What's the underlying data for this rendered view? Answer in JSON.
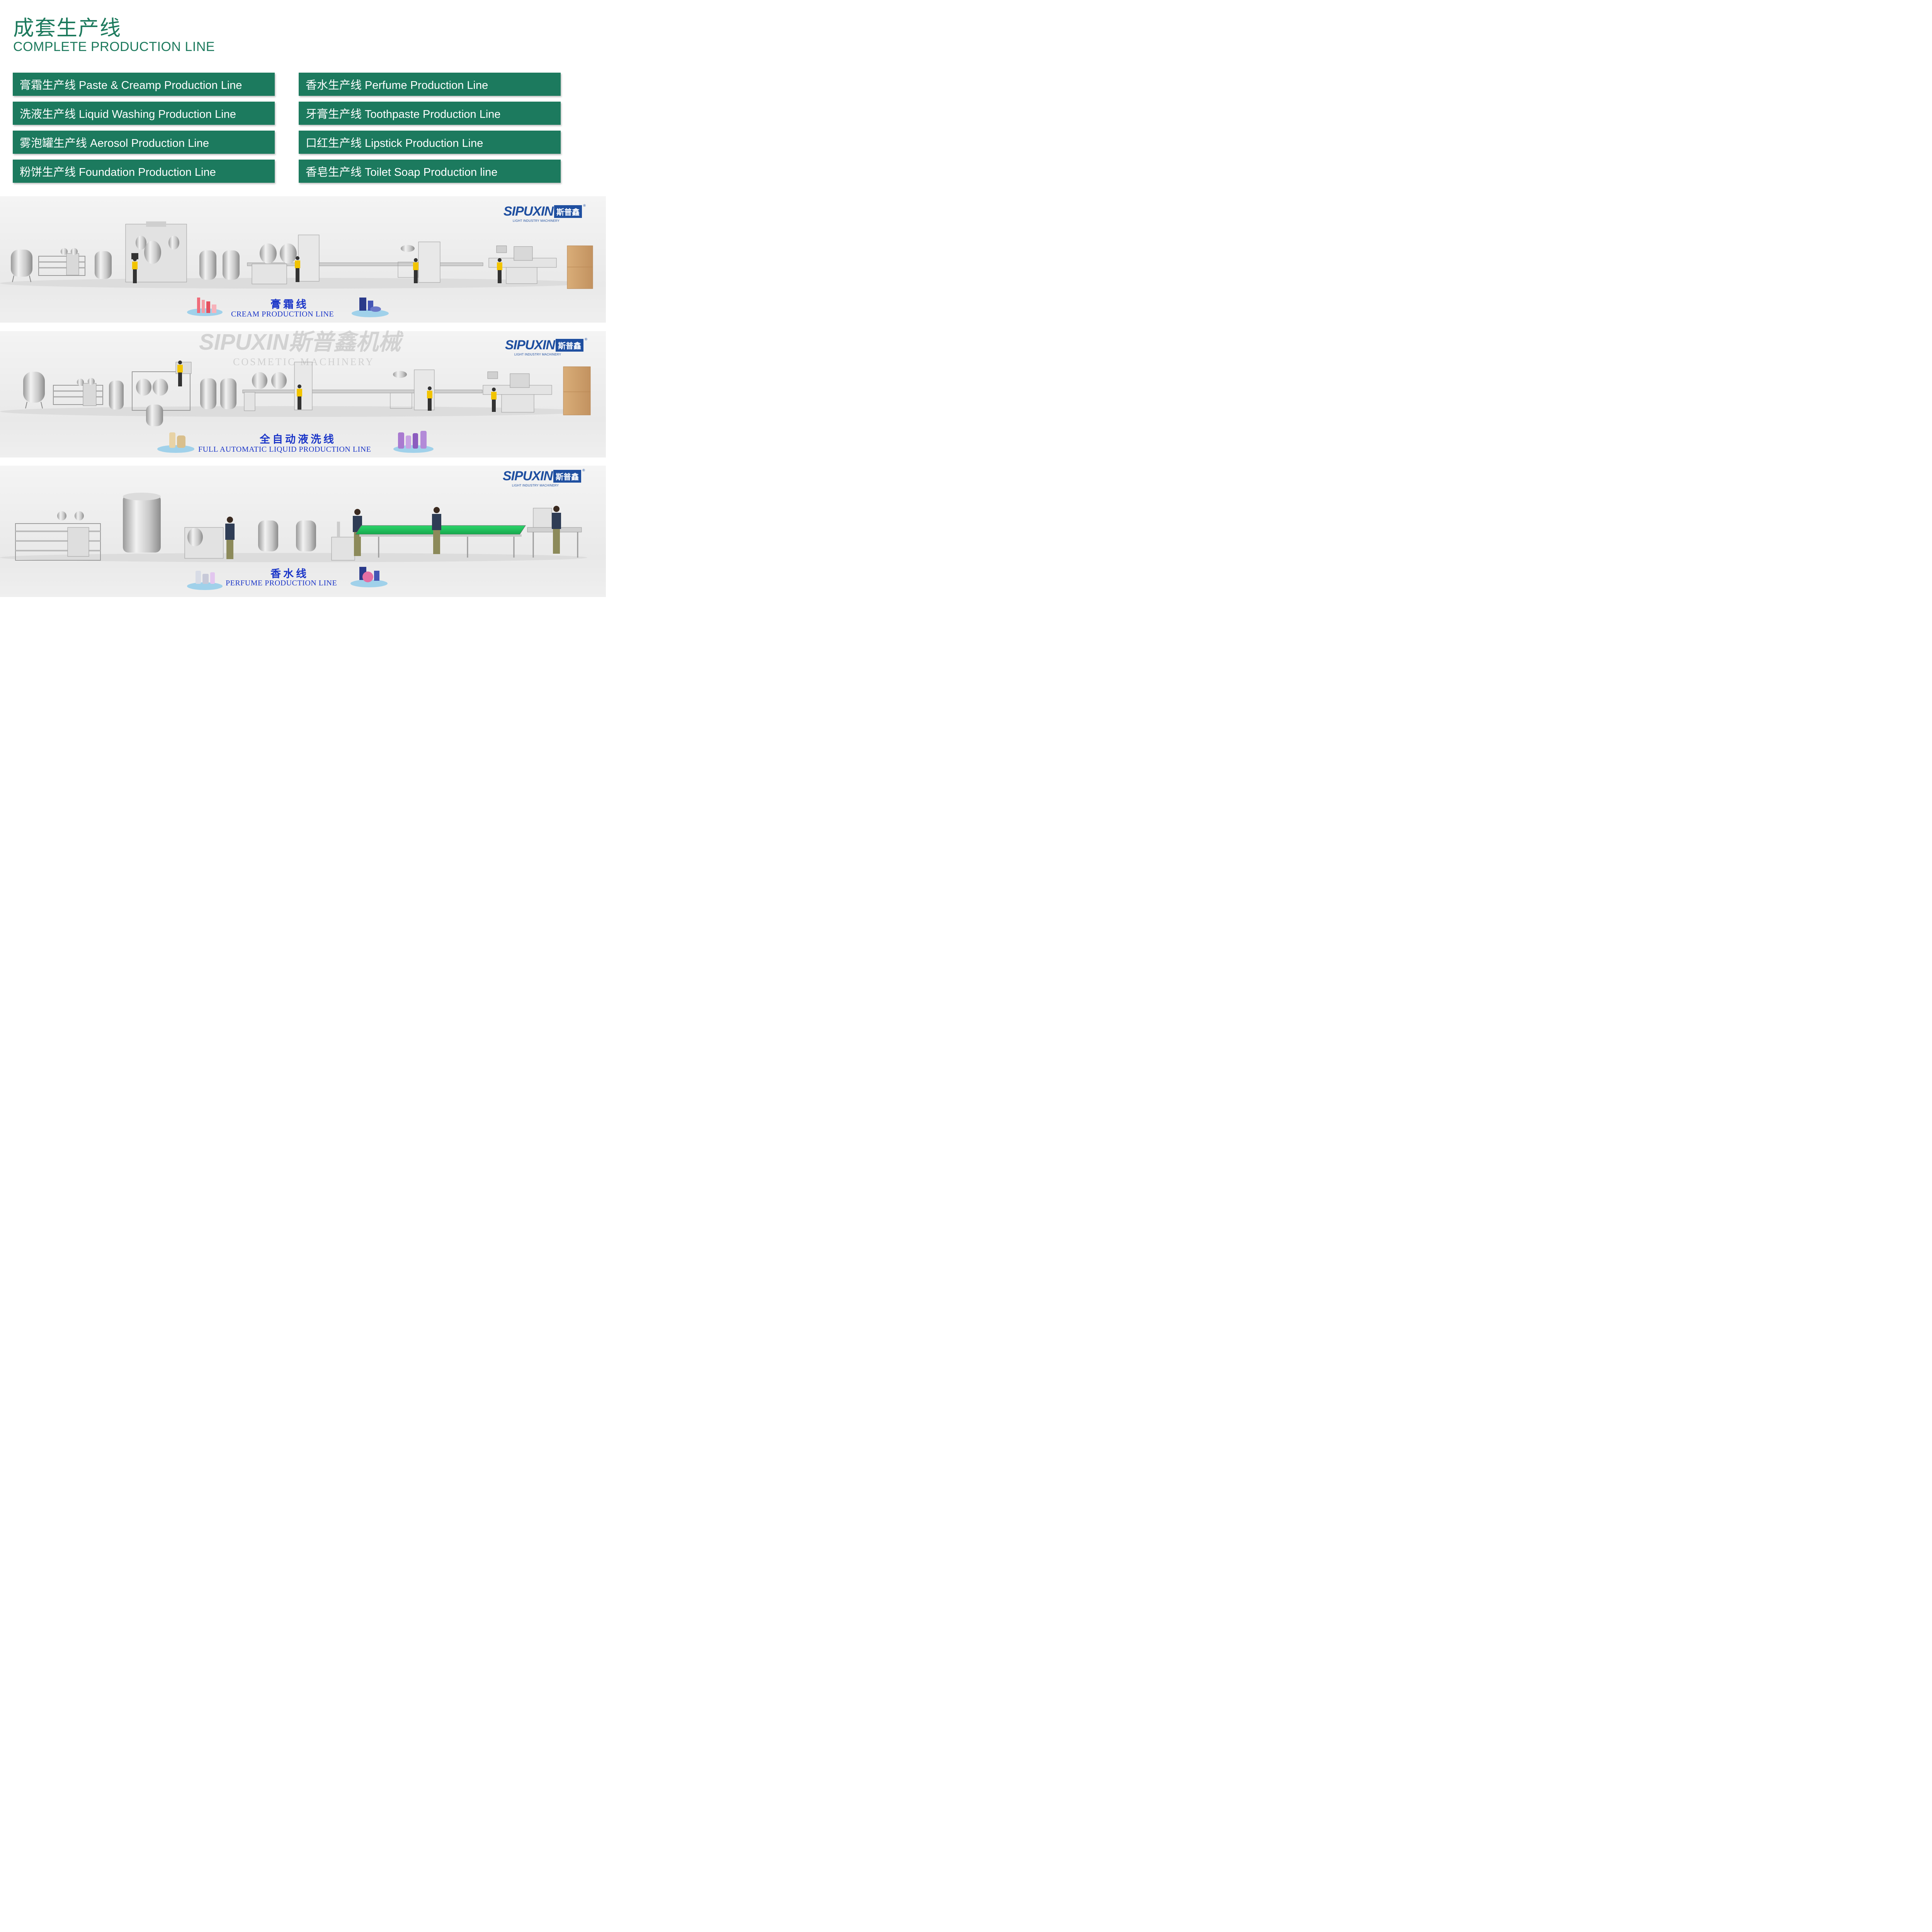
{
  "header": {
    "title_cn": "成套生产线",
    "title_en": "COMPLETE PRODUCTION LINE"
  },
  "production_lines": [
    {
      "label": "膏霜生产线 Paste & Creamp Production Line"
    },
    {
      "label": "香水生产线 Perfume Production Line"
    },
    {
      "label": "洗液生产线 Liquid Washing Production Line"
    },
    {
      "label": "牙膏生产线 Toothpaste Production Line"
    },
    {
      "label": "雾泡罐生产线 Aerosol Production Line"
    },
    {
      "label": "口红生产线 Lipstick Production Line"
    },
    {
      "label": "粉饼生产线 Foundation Production Line"
    },
    {
      "label": "香皂生产线 Toilet Soap Production line"
    }
  ],
  "brand": {
    "name": "SIPUXIN",
    "name_cn": "斯普鑫",
    "tagline": "LIGHT INDUSTRY MACHINERY",
    "registered": "®"
  },
  "watermark": {
    "text": "SIPUXIN斯普鑫机械",
    "subtext": "COSMETIC MACHINERY"
  },
  "panels": [
    {
      "caption_cn": "膏霜线",
      "caption_en": "CREAM PRODUCTION LINE"
    },
    {
      "caption_cn": "全自动液洗线",
      "caption_en": "FULL AUTOMATIC LIQUID PRODUCTION LINE"
    },
    {
      "caption_cn": "香水线",
      "caption_en": "PERFUME PRODUCTION LINE"
    }
  ],
  "colors": {
    "accent_green": "#1c7a5e",
    "brand_blue": "#1f4fa0",
    "caption_blue": "#1a35c8"
  }
}
